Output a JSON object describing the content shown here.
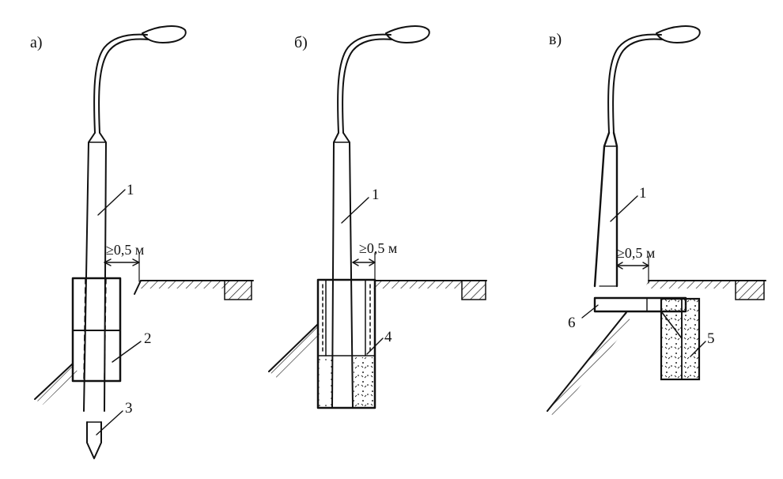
{
  "panels": [
    {
      "label": "а)",
      "dimension": "≥0,5 м",
      "callouts": [
        "1",
        "2",
        "3"
      ]
    },
    {
      "label": "б)",
      "dimension": "≥0,5 м",
      "callouts": [
        "1",
        "4"
      ]
    },
    {
      "label": "в)",
      "dimension": "≥0,5 м",
      "callouts": [
        "1",
        "5",
        "6"
      ]
    }
  ]
}
